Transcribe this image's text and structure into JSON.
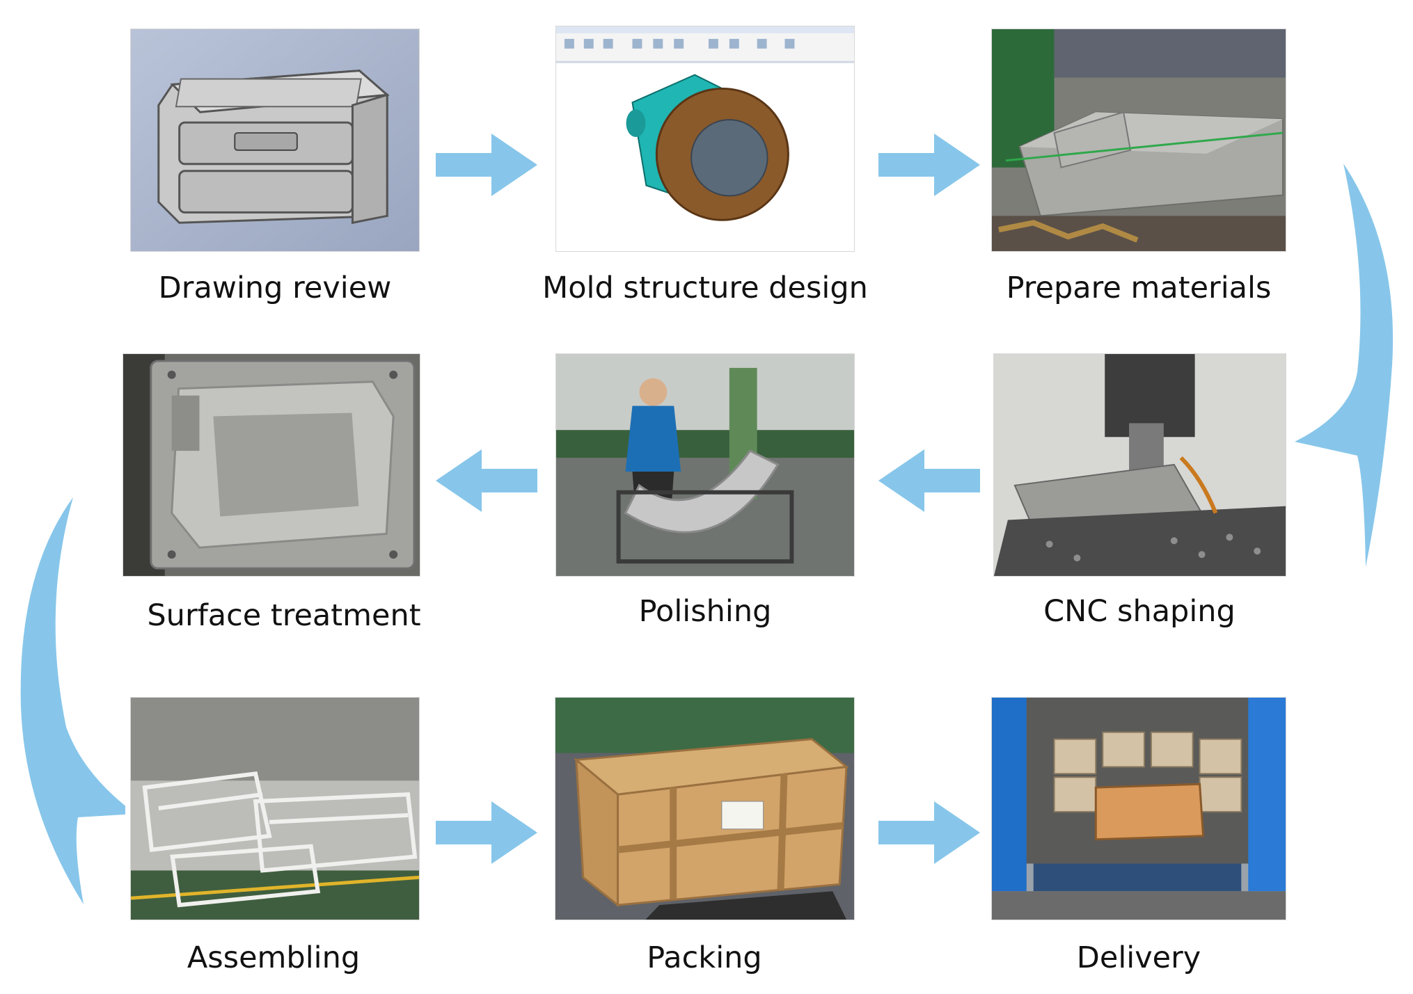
{
  "steps": [
    {
      "label": "Drawing review",
      "icon": "cad-toolbox-icon"
    },
    {
      "label": "Mold structure design",
      "icon": "cad-software-icon"
    },
    {
      "label": "Prepare materials",
      "icon": "steel-block-icon"
    },
    {
      "label": "CNC shaping",
      "icon": "cnc-machine-icon"
    },
    {
      "label": "Polishing",
      "icon": "polishing-worker-icon"
    },
    {
      "label": "Surface treatment",
      "icon": "mold-cavity-icon"
    },
    {
      "label": "Assembling",
      "icon": "assembled-molds-icon"
    },
    {
      "label": "Packing",
      "icon": "wooden-crate-icon"
    },
    {
      "label": "Delivery",
      "icon": "delivery-truck-icon"
    }
  ],
  "colors": {
    "arrow": "#87c6ea",
    "text": "#111111"
  }
}
